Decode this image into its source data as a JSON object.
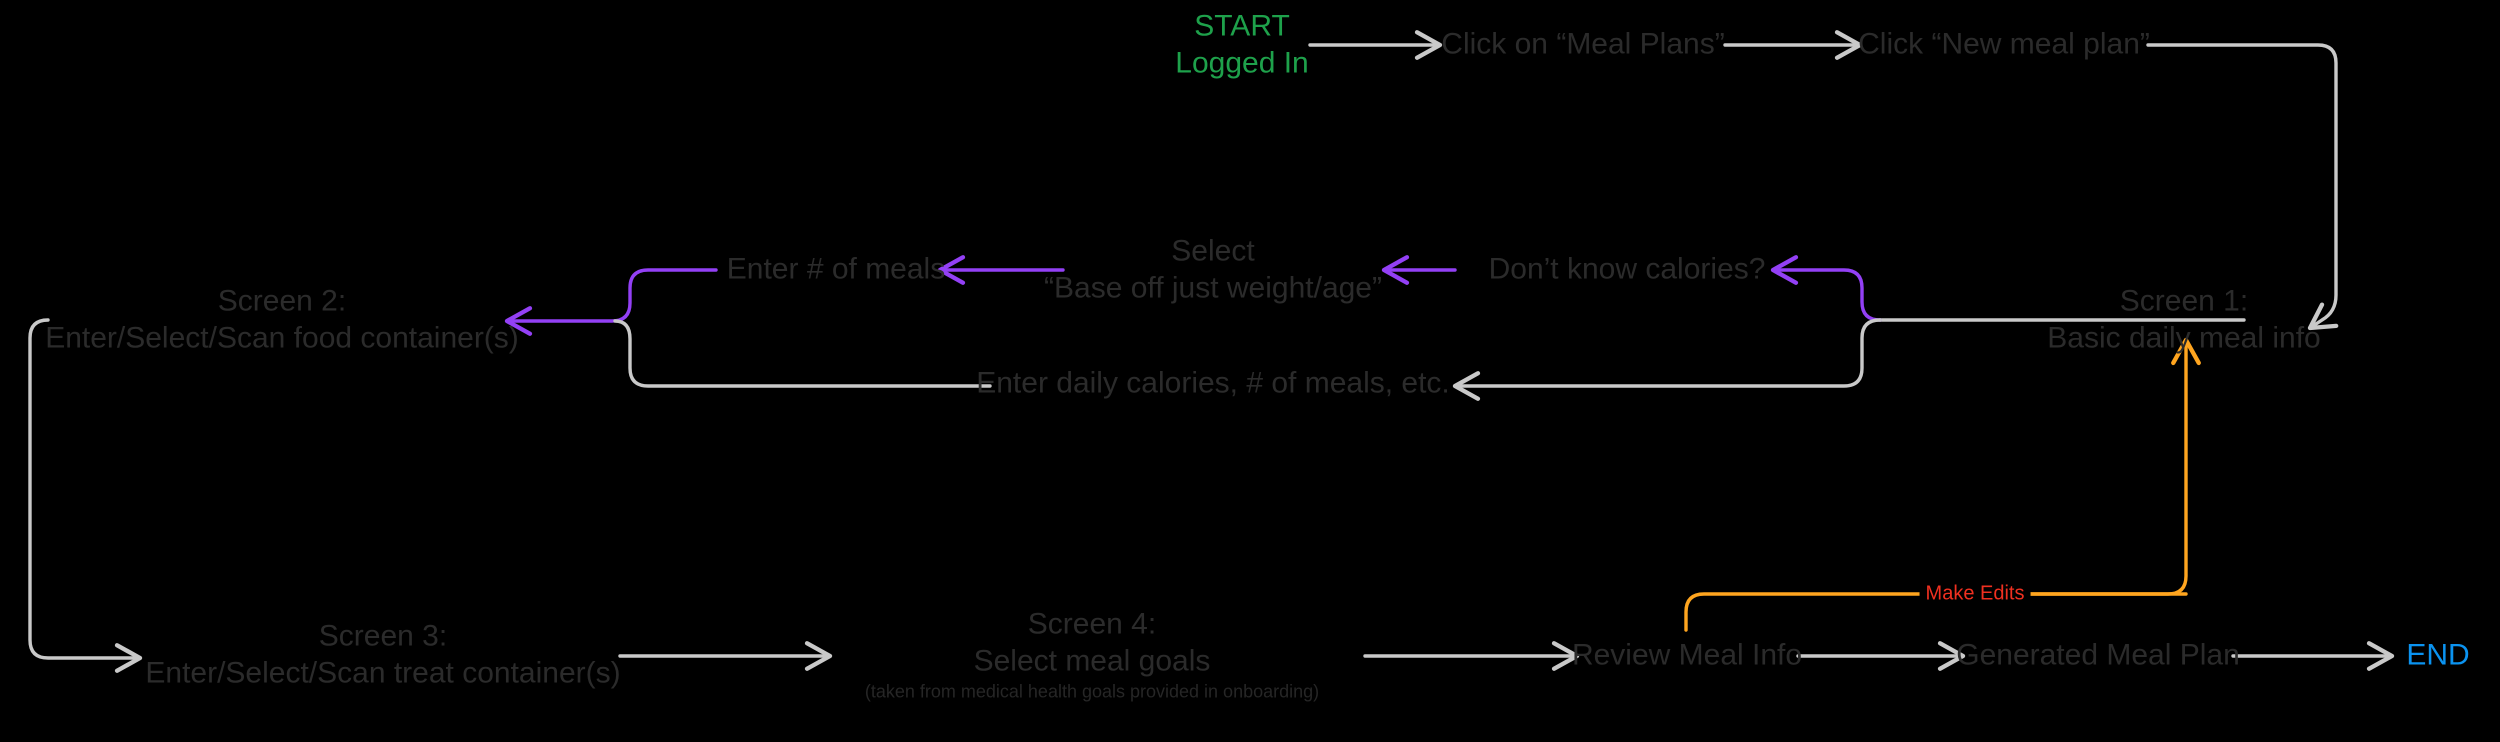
{
  "diagram": {
    "title": "Meal plan creation user flow",
    "background": "#000000",
    "colors": {
      "wire_default": "#c9c9c9",
      "wire_purple": "#9340f5",
      "wire_orange": "#ffa51f",
      "text_node": "#2b2b2b",
      "start_green": "#1ea14b",
      "end_blue": "#0b93f0",
      "edge_label_red": "#f03020"
    },
    "nodes": {
      "start": {
        "line1": "START",
        "line2": "Logged In"
      },
      "click_meal_plans": {
        "line1": "Click on “Meal Plans”"
      },
      "click_new_meal_plan": {
        "line1": "Click “New meal plan”"
      },
      "screen1": {
        "line1": "Screen 1:",
        "line2": "Basic daily meal info"
      },
      "dont_know_calories": {
        "line1": "Don’t know calories?"
      },
      "select_base_off": {
        "line1": "Select",
        "line2": "“Base off just weight/age”"
      },
      "enter_num_meals": {
        "line1": "Enter # of meals"
      },
      "enter_daily_calories": {
        "line1": "Enter daily calories, # of meals, etc."
      },
      "screen2": {
        "line1": "Screen 2:",
        "line2": "Enter/Select/Scan food container(s)"
      },
      "screen3": {
        "line1": "Screen 3:",
        "line2": "Enter/Select/Scan treat container(s)"
      },
      "screen4": {
        "line1": "Screen 4:",
        "line2": "Select meal goals",
        "sub": "(taken from medical health goals provided in onboarding)"
      },
      "review_meal_info": {
        "line1": "Review Meal Info"
      },
      "generated_meal_plan": {
        "line1": "Generated Meal Plan"
      },
      "end": {
        "line1": "END"
      }
    },
    "edge_labels": {
      "make_edits": "Make Edits"
    }
  }
}
